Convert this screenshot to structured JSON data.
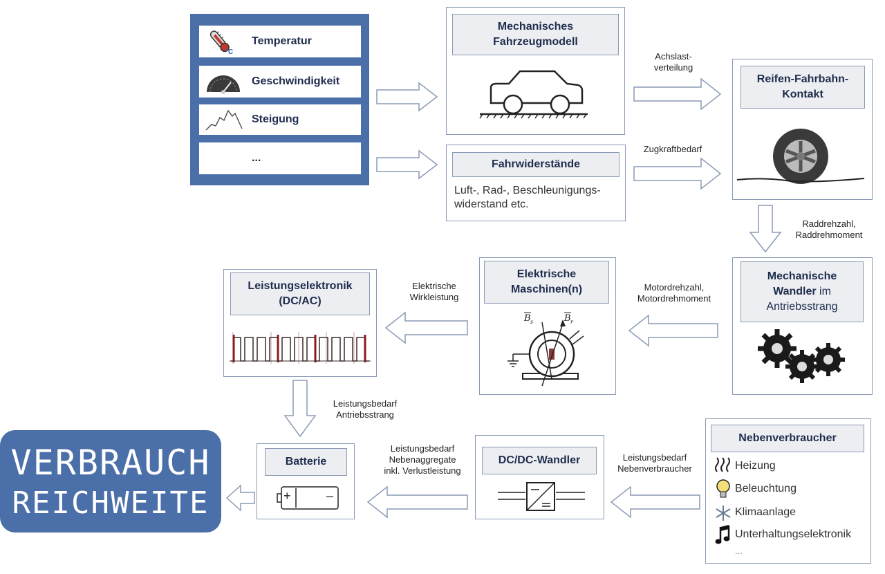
{
  "inputs": {
    "items": [
      {
        "label": "Temperatur",
        "icon": "thermometer-icon"
      },
      {
        "label": "Geschwindigkeit",
        "icon": "speedometer-icon"
      },
      {
        "label": "Steigung",
        "icon": "elevation-profile-icon"
      },
      {
        "label": "...",
        "icon": ""
      }
    ]
  },
  "mech_model": {
    "title": "Mechanisches Fahrzeugmodell",
    "icon": "car-icon"
  },
  "resistance": {
    "title": "Fahrwiderstände",
    "description": "Luft-, Rad-, Beschleunigungs-widerstand etc."
  },
  "tire": {
    "title": "Reifen-Fahrbahn-Kontakt",
    "icon": "tire-icon"
  },
  "mech_converter": {
    "title_bold1": "Mechanische",
    "title_bold2": "Wandler",
    "title_rest1": " im",
    "title_rest2": "Antriebsstrang",
    "icon": "gears-icon"
  },
  "electric_machines": {
    "title": "Elektrische Maschinen(n)",
    "icon": "electric-machine-icon"
  },
  "power_electronics": {
    "title": "Leistungselektronik (DC/AC)",
    "icon": "pwm-signal-icon"
  },
  "battery": {
    "title": "Batterie",
    "icon": "battery-icon",
    "plus": "+",
    "minus": "–"
  },
  "dcdc": {
    "title": "DC/DC-Wandler",
    "icon": "dcdc-converter-icon"
  },
  "aux": {
    "title": "Nebenverbraucher",
    "items": [
      {
        "label": "Heizung",
        "icon": "heating-icon"
      },
      {
        "label": "Beleuchtung",
        "icon": "light-bulb-icon"
      },
      {
        "label": "Klimaanlage",
        "icon": "snowflake-icon"
      },
      {
        "label": "Unterhaltungselektronik",
        "icon": "music-note-icon"
      },
      {
        "label": "...",
        "icon": ""
      }
    ]
  },
  "result": {
    "line1": "VERBRAUCH",
    "line2": "REICHWEITE",
    "color": "#4b6fa8"
  },
  "flow_labels": {
    "axle_load": "Achslast-\nverteilung",
    "traction": "Zugkraftbedarf",
    "wheel": "Raddrehzahl,\nRaddrehmoment",
    "motor": "Motordrehzahl,\nMotordrehmoment",
    "active_power": "Elektrische\nWirkleistung",
    "drive_demand": "Leistungsbedarf\nAntriebsstrang",
    "aux_aggregates": "Leistungsbedarf\nNebenaggregate\ninkl. Verlustleistung",
    "aux_demand": "Leistungsbedarf\nNebenverbraucher"
  },
  "colors": {
    "input_panel": "#4b6fa8",
    "border": "#8a9ab5",
    "header_fill": "#eceef2",
    "text": "#1f2d4d"
  }
}
